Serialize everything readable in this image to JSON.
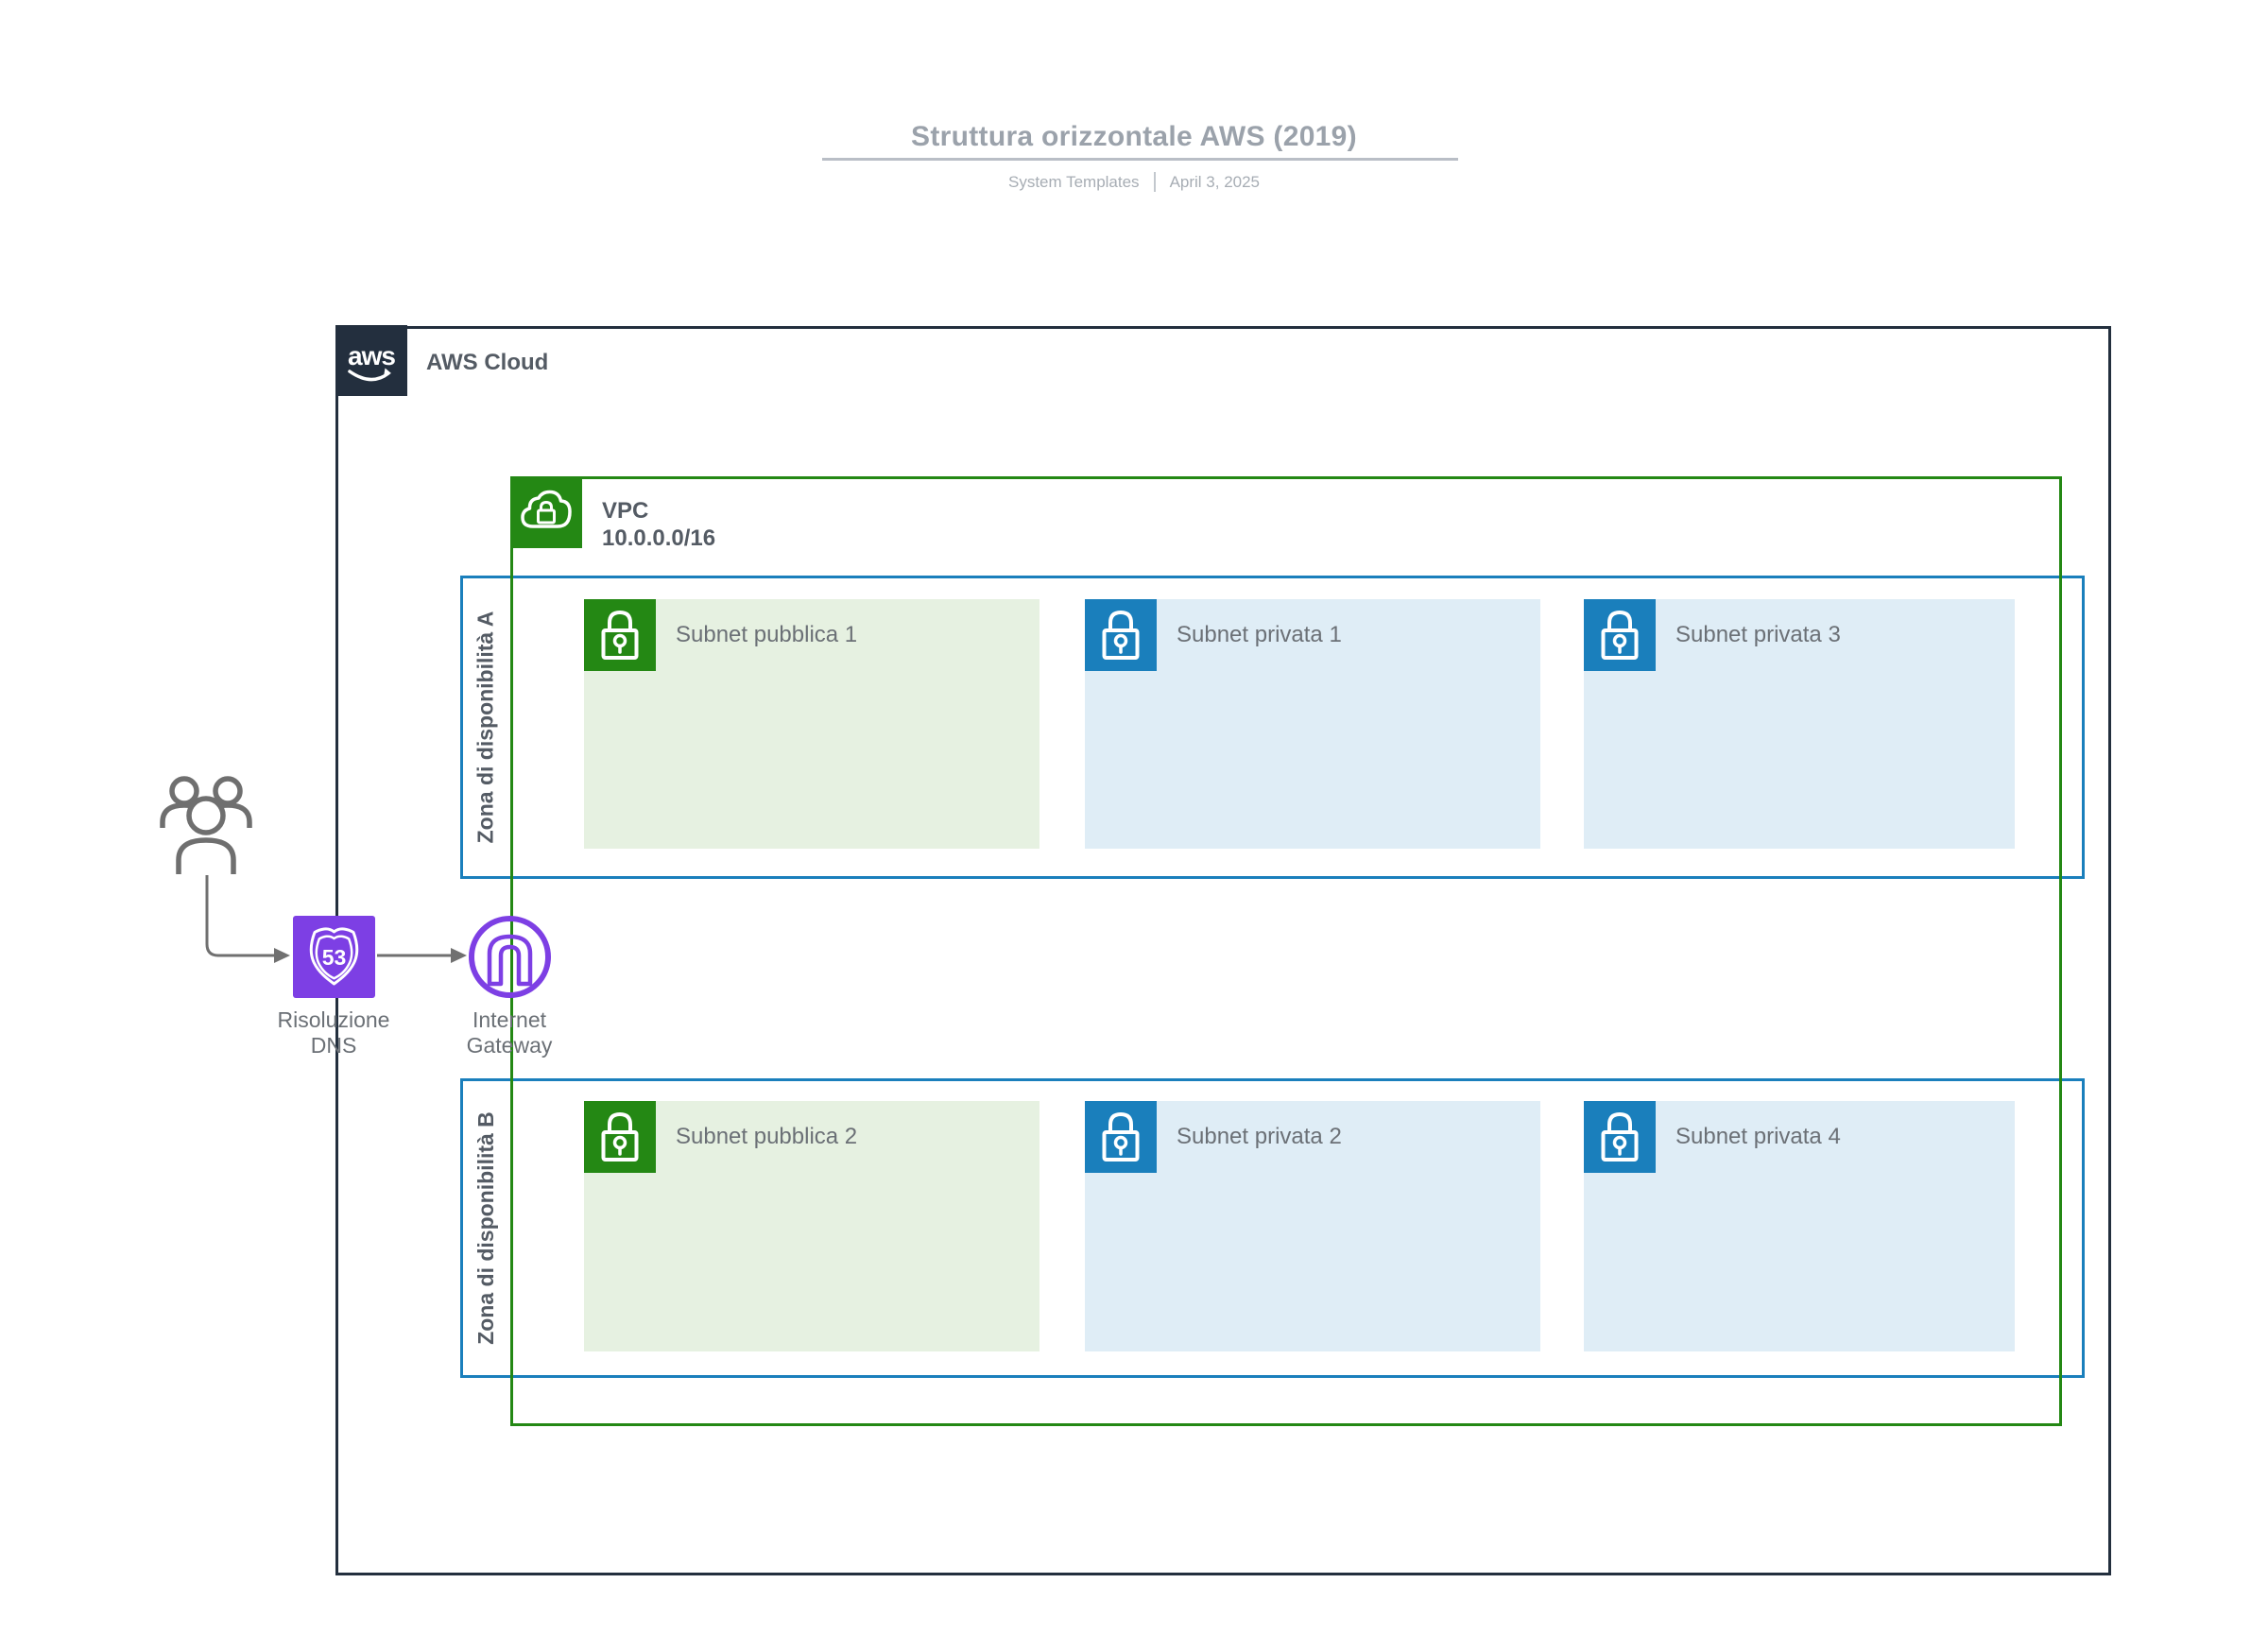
{
  "header": {
    "title": "Struttura orizzontale AWS (2019)",
    "subtitle_left": "System Templates",
    "subtitle_right": "April 3, 2025"
  },
  "diagram": {
    "aws_cloud": {
      "logo_text": "aws",
      "label": "AWS Cloud"
    },
    "vpc": {
      "label": "VPC",
      "cidr": "10.0.0.0/16"
    },
    "zones": [
      {
        "label": "Zona di disponibilità A"
      },
      {
        "label": "Zona di disponibilità B"
      }
    ],
    "subnets": [
      {
        "label": "Subnet pubblica 1",
        "type": "public",
        "zone": "A"
      },
      {
        "label": "Subnet privata 1",
        "type": "private",
        "zone": "A"
      },
      {
        "label": "Subnet privata 3",
        "type": "private",
        "zone": "A"
      },
      {
        "label": "Subnet pubblica 2",
        "type": "public",
        "zone": "B"
      },
      {
        "label": "Subnet privata 2",
        "type": "private",
        "zone": "B"
      },
      {
        "label": "Subnet privata 4",
        "type": "private",
        "zone": "B"
      }
    ],
    "external": {
      "users_icon": "users-icon",
      "dns": {
        "icon": "route53-icon",
        "icon_text": "53",
        "label_line1": "Risoluzione",
        "label_line2": "DNS"
      },
      "igw": {
        "icon": "internet-gateway-icon",
        "label_line1": "Internet",
        "label_line2": "Gateway"
      }
    },
    "colors": {
      "aws_dark": "#232F3E",
      "green": "#248814",
      "blue": "#1A7FBC",
      "purple": "#7D3FE4",
      "light_green": "#E6F1E1",
      "light_blue": "#DFEDF6",
      "gray_text": "#6B7076",
      "dark_gray_text": "#545B64",
      "title_gray": "#9BA2AB",
      "subtitle_gray": "#A7ADB4",
      "underline_gray": "#B9BEC6",
      "arrow_gray": "#707070"
    }
  }
}
